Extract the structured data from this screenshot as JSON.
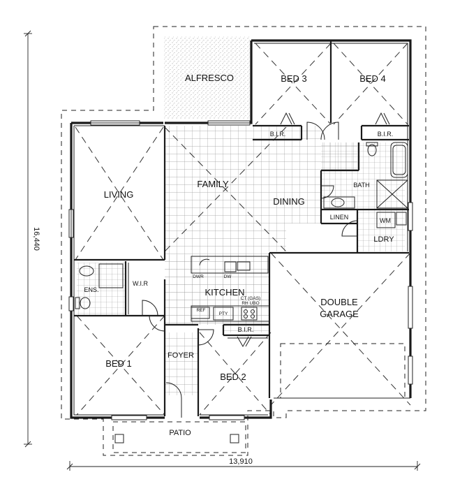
{
  "rooms": {
    "alfresco": "ALFRESCO",
    "bed3": "BED 3",
    "bed4": "BED 4",
    "bir_bed3": "B.I.R.",
    "bir_bed4": "B.I.R.",
    "living": "LIVING",
    "family": "FAMILY",
    "dining": "DINING",
    "bath": "BATH",
    "linen": "LINEN",
    "wm": "WM",
    "ldry": "LDRY",
    "ens": "ENS.",
    "wir": "W.I.R",
    "kitchen": "KITCHEN",
    "dwr": "DWR",
    "dw": "DW",
    "ref": "REF",
    "pty": "PTY",
    "ct_gas": "CT (GAS)",
    "rh_ubo": "RH UBO",
    "bir_bed2": "B.I.R.",
    "double_garage_1": "DOUBLE",
    "double_garage_2": "GARAGE",
    "bed1": "BED 1",
    "foyer": "FOYER",
    "bed2": "BED 2",
    "patio": "PATIO"
  },
  "dimensions": {
    "width": "13,910",
    "height": "16,440"
  }
}
